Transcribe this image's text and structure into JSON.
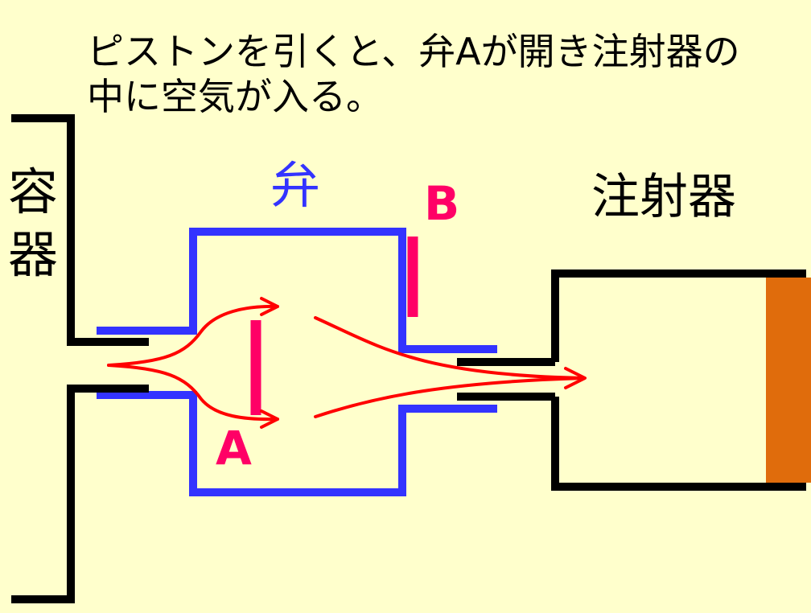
{
  "caption": {
    "line1": "ピストンを引くと、弁Aが開き注射器の",
    "line2": "中に空気が入る。"
  },
  "labels": {
    "container": "容器",
    "valve": "弁",
    "syringe": "注射器",
    "valve_a": "A",
    "valve_b": "B"
  },
  "colors": {
    "background": "#FFFFCC",
    "container_wall": "#000000",
    "valve_body": "#3333FF",
    "valve_flap": "#FF0066",
    "airflow": "#FF0000",
    "piston": "#E06C0C",
    "text": "#000000"
  },
  "state": {
    "valve_a": "open",
    "valve_b": "closed",
    "piston_action": "pull"
  }
}
